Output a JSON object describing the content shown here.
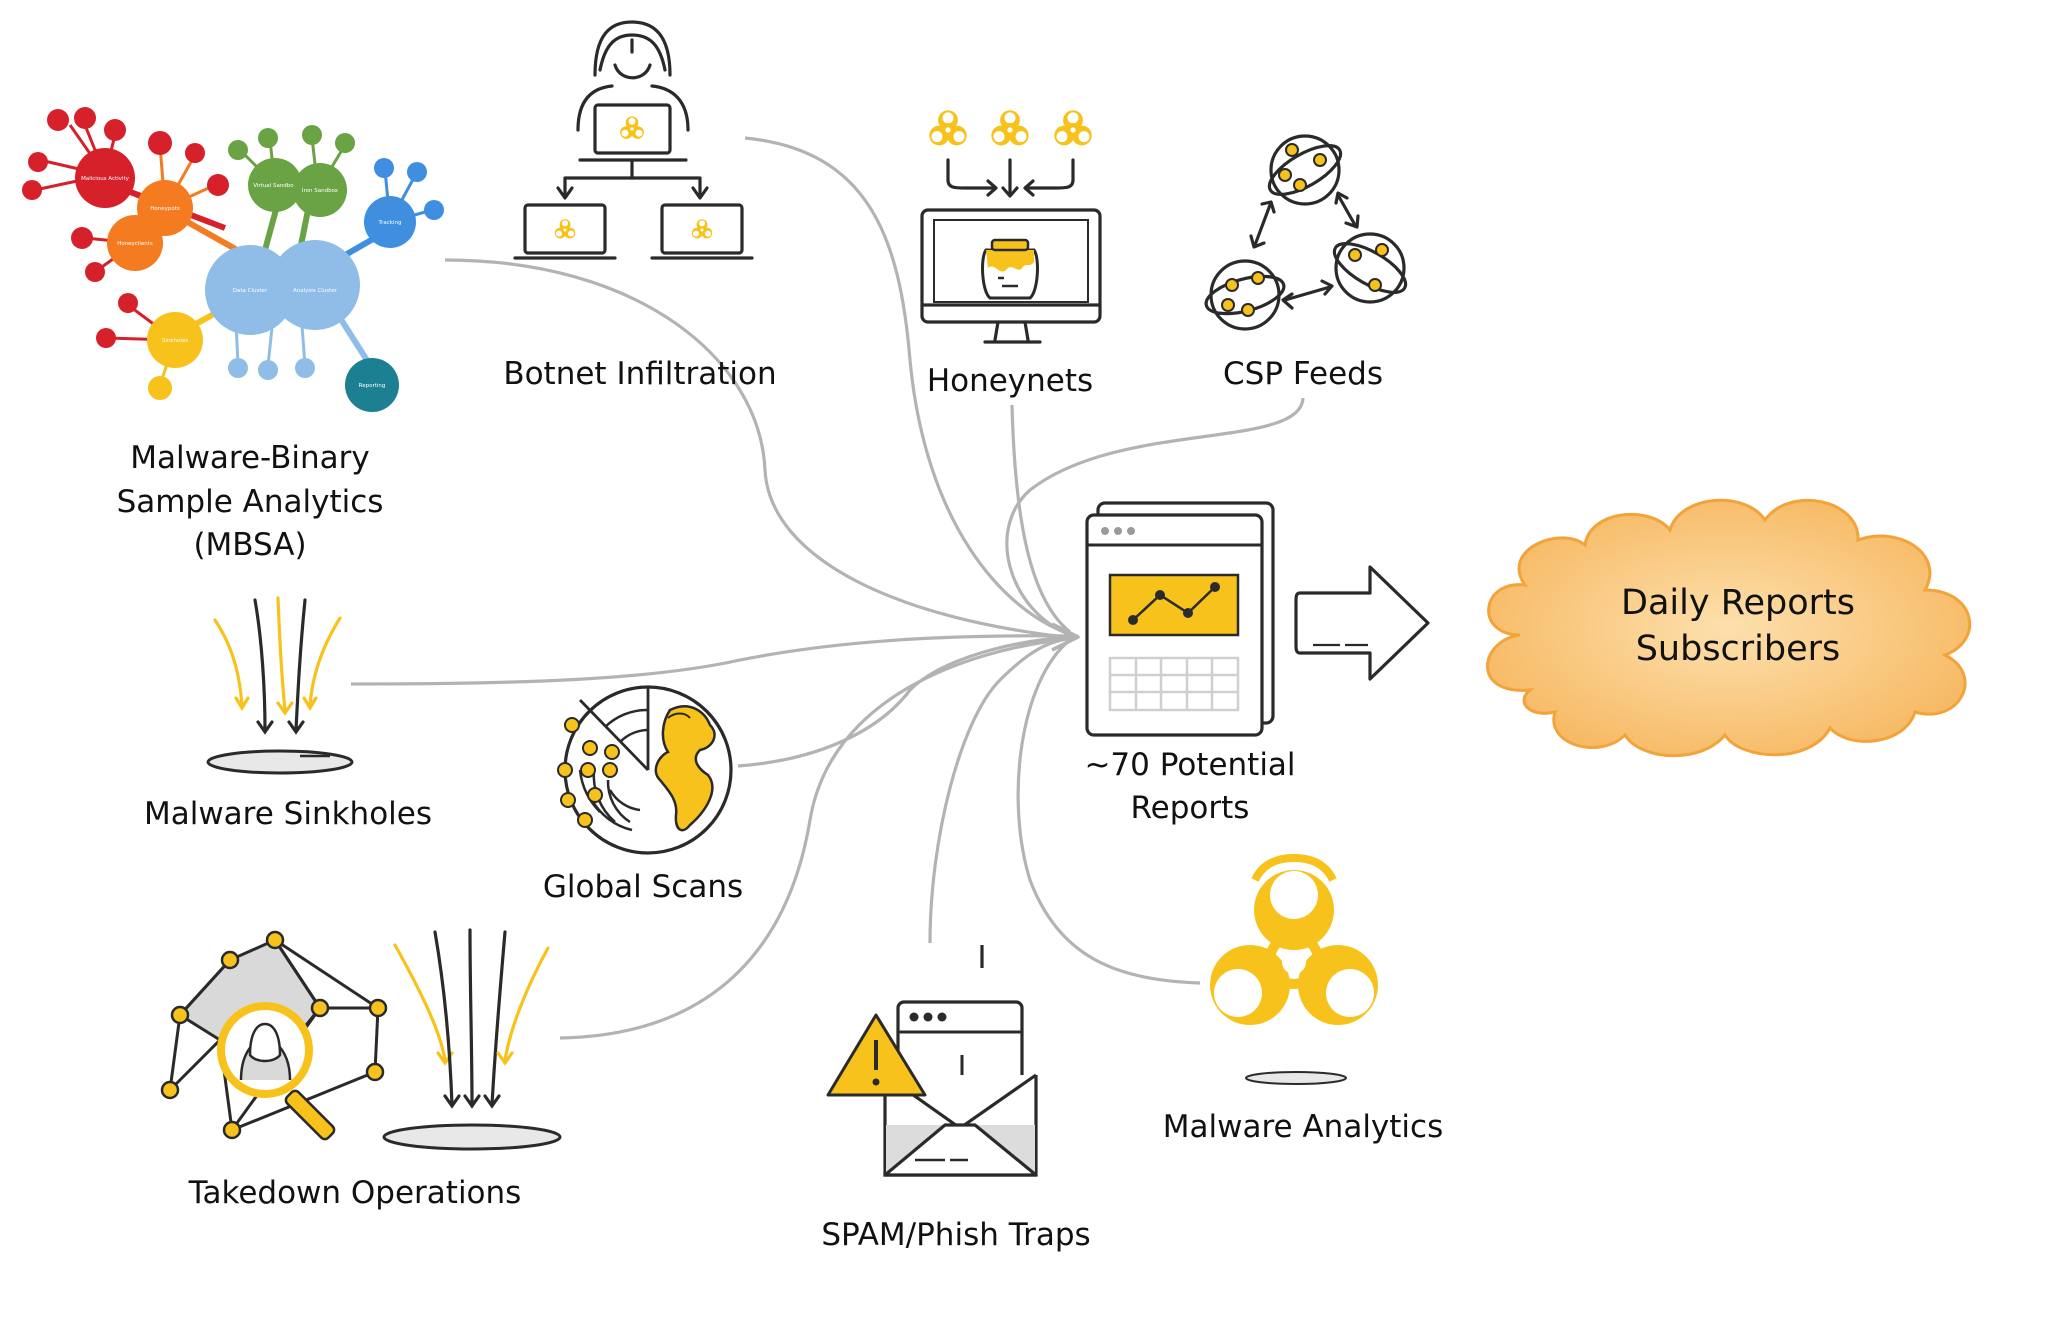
{
  "colors": {
    "accent": "#f7c21b",
    "connector": "#b3b3b3",
    "cloud_fill": "#f9c57c",
    "cloud_stroke": "#f2a33a",
    "icon_stroke": "#2a2a2a",
    "mbsa_red": "#d6202a",
    "mbsa_orange": "#f47b20",
    "mbsa_green": "#6aa343",
    "mbsa_blue": "#3f8ee0",
    "mbsa_lightblue": "#8fbde8",
    "mbsa_yellow": "#f8c21c",
    "mbsa_teal": "#1d7f92"
  },
  "sources": {
    "mbsa": {
      "line1": "Malware-Binary",
      "line2": "Sample Analytics",
      "line3": "(MBSA)",
      "icon": "mindmap-graph-icon"
    },
    "botnet": {
      "label": "Botnet Infiltration",
      "icon": "hooded-hacker-icon"
    },
    "honeynets": {
      "label": "Honeynets",
      "icon": "honeypot-monitor-icon"
    },
    "csp": {
      "label": "CSP Feeds",
      "icon": "network-globes-icon"
    },
    "sinkholes": {
      "label": "Malware Sinkholes",
      "icon": "sinkhole-icon"
    },
    "scans": {
      "label": "Global Scans",
      "icon": "radar-globe-icon"
    },
    "takedown": {
      "label": "Takedown Operations",
      "icon": "network-magnifier-icon"
    },
    "spam": {
      "label": "SPAM/Phish Traps",
      "icon": "phishing-envelope-icon"
    },
    "analytics": {
      "label": "Malware Analytics",
      "icon": "biohazard-icon"
    }
  },
  "hub": {
    "line1": "~70 Potential",
    "line2": "Reports",
    "icon": "report-document-icon"
  },
  "destination": {
    "line1": "Daily Reports",
    "line2": "Subscribers",
    "icon": "cloud-icon"
  },
  "mbsa_nodes": {
    "malicious": "Malicious Activity",
    "honeypots": "Honeypots",
    "honeyclients": "Honeyclients",
    "virtual_sandbox": "Virtual Sandbox",
    "iron_sandbox": "Iron Sandbox",
    "tracking": "Tracking",
    "data_cluster": "Data Cluster",
    "analysis_cluster": "Analysis Cluster",
    "sinkholes": "Sinkholes",
    "reporting": "Reporting"
  }
}
